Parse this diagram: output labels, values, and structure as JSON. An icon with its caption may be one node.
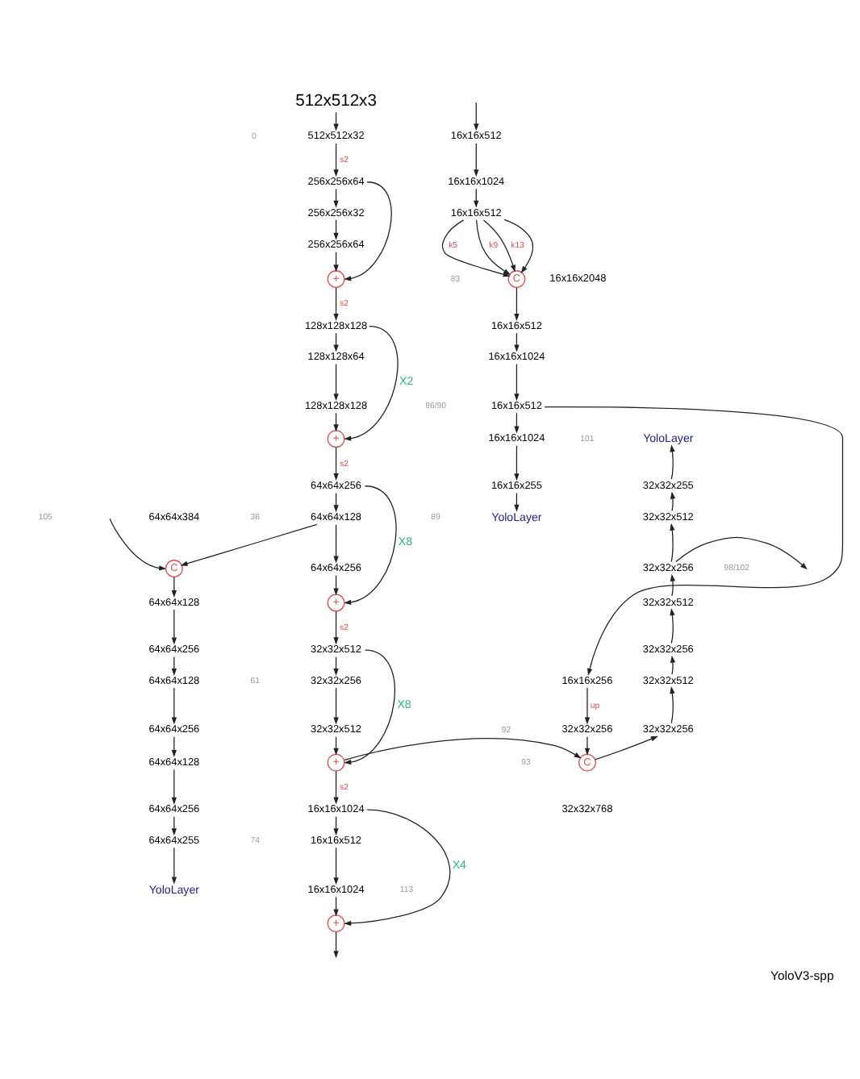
{
  "diagram": {
    "caption": "YoloV3-spp",
    "nodes": [
      {
        "text": [
          "512x512x3"
        ]
      },
      {
        "text": [
          "512x512x32"
        ]
      },
      {
        "text": [
          "256x256x64"
        ]
      },
      {
        "text": [
          "256x256x32"
        ]
      },
      {
        "text": [
          "256x256x64"
        ]
      },
      {
        "text": [
          "+"
        ]
      },
      {
        "text": [
          "128x128x128"
        ]
      },
      {
        "text": [
          "128x128x64"
        ]
      },
      {
        "text": [
          "128x128x128"
        ]
      },
      {
        "text": [
          "+"
        ]
      },
      {
        "text": [
          "64x64x256"
        ]
      },
      {
        "text": [
          "64x64x128"
        ]
      },
      {
        "text": [
          "64x64x256"
        ]
      },
      {
        "text": [
          "+"
        ]
      },
      {
        "text": [
          "32x32x512"
        ]
      },
      {
        "text": [
          "32x32x256"
        ]
      },
      {
        "text": [
          "32x32x512"
        ]
      },
      {
        "text": [
          "+"
        ]
      },
      {
        "text": [
          "16x16x1024"
        ]
      },
      {
        "text": [
          "16x16x512"
        ]
      },
      {
        "text": [
          "16x16x1024"
        ]
      },
      {
        "text": [
          "+"
        ]
      },
      {
        "text": [
          "16x16x512"
        ]
      },
      {
        "text": [
          "16x16x1024"
        ]
      },
      {
        "text": [
          "16x16x512"
        ]
      },
      {
        "text": [
          "C"
        ],
        "beside": [
          "16x16x2048"
        ]
      },
      {
        "text": [
          "16x16x512"
        ]
      },
      {
        "text": [
          "16x16x1024"
        ]
      },
      {
        "text": [
          "16x16x512"
        ]
      },
      {
        "text": [
          "16x16x1024"
        ]
      },
      {
        "text": [
          "16x16x255"
        ]
      },
      {
        "text": [
          "YoloLayer"
        ]
      },
      {
        "text": [
          "16x16x256"
        ]
      },
      {
        "text": [
          "32x32x256"
        ]
      },
      {
        "text": [
          "C"
        ],
        "beside": [
          "32x32x768"
        ]
      },
      {
        "text": [
          "32x32x256"
        ]
      },
      {
        "text": [
          "32x32x512"
        ]
      },
      {
        "text": [
          "32x32x256"
        ]
      },
      {
        "text": [
          "32x32x512"
        ]
      },
      {
        "text": [
          "32x32x256"
        ]
      },
      {
        "text": [
          "32x32x512"
        ]
      },
      {
        "text": [
          "32x32x255"
        ]
      },
      {
        "text": [
          "YoloLayer"
        ]
      },
      {
        "text": [
          "C"
        ],
        "beside": [
          "64x64x384"
        ]
      },
      {
        "text": [
          "64x64x128"
        ]
      },
      {
        "text": [
          "64x64x256"
        ]
      },
      {
        "text": [
          "64x64x128"
        ]
      },
      {
        "text": [
          "64x64x256"
        ]
      },
      {
        "text": [
          "64x64x128"
        ]
      },
      {
        "text": [
          "64x64x256"
        ]
      },
      {
        "text": [
          "64x64x255"
        ]
      },
      {
        "text": [
          "YoloLayer"
        ]
      }
    ],
    "edges": [
      {
        "from": 0,
        "to": 1,
        "arrow": "to"
      },
      {
        "from": 1,
        "to": 2,
        "arrow": "to",
        "label": "s2"
      },
      {
        "from": 2,
        "to": 3,
        "arrow": "to"
      },
      {
        "from": 3,
        "to": 4,
        "arrow": "to"
      },
      {
        "from": 4,
        "to": 5,
        "arrow": "to"
      },
      {
        "from": 2,
        "to": 5,
        "arrow": "to"
      },
      {
        "from": 5,
        "to": 6,
        "arrow": "to",
        "label": "s2"
      },
      {
        "from": 6,
        "to": 7,
        "arrow": "to"
      },
      {
        "from": 7,
        "to": 8,
        "arrow": "to"
      },
      {
        "from": 8,
        "to": 9,
        "arrow": "to"
      },
      {
        "from": 6,
        "to": 9,
        "arrow": "to",
        "label": "X2"
      },
      {
        "from": 9,
        "to": 10,
        "arrow": "to",
        "label": "s2"
      },
      {
        "from": 10,
        "to": 11,
        "arrow": "to"
      },
      {
        "from": 11,
        "to": 12,
        "arrow": "to"
      },
      {
        "from": 12,
        "to": 13,
        "arrow": "to"
      },
      {
        "from": 10,
        "to": 13,
        "arrow": "to",
        "label": "X8"
      },
      {
        "from": 13,
        "to": 14,
        "arrow": "to",
        "label": "s2"
      },
      {
        "from": 14,
        "to": 15,
        "arrow": "to"
      },
      {
        "from": 15,
        "to": 16,
        "arrow": "to"
      },
      {
        "from": 16,
        "to": 17,
        "arrow": "to"
      },
      {
        "from": 14,
        "to": 17,
        "arrow": "to",
        "label": "X8"
      },
      {
        "from": 17,
        "to": 18,
        "arrow": "to",
        "label": "s2"
      },
      {
        "from": 18,
        "to": 19,
        "arrow": "to"
      },
      {
        "from": 19,
        "to": 20,
        "arrow": "to"
      },
      {
        "from": 20,
        "to": 21,
        "arrow": "to"
      },
      {
        "from": 18,
        "to": 21,
        "arrow": "to",
        "label": "X4"
      },
      {
        "from": 21,
        "to": null,
        "arrow": "to"
      },
      {
        "from": null,
        "to": 22,
        "arrow": "to"
      },
      {
        "from": 22,
        "to": 23,
        "arrow": "to"
      },
      {
        "from": 23,
        "to": 24,
        "arrow": "to"
      },
      {
        "from": 24,
        "to": 25,
        "arrow": "to",
        "label": "k5"
      },
      {
        "from": 24,
        "to": 25,
        "arrow": "to",
        "label": "k9"
      },
      {
        "from": 24,
        "to": 25,
        "arrow": "to",
        "label": "k13"
      },
      {
        "from": 24,
        "to": 25,
        "arrow": "to"
      },
      {
        "from": 25,
        "to": 26,
        "arrow": "to"
      },
      {
        "from": 26,
        "to": 27,
        "arrow": "to"
      },
      {
        "from": 27,
        "to": 28,
        "arrow": "to"
      },
      {
        "from": 28,
        "to": 29,
        "arrow": "to"
      },
      {
        "from": 29,
        "to": 30,
        "arrow": "to"
      },
      {
        "from": 30,
        "to": 31,
        "arrow": "to"
      },
      {
        "from": 28,
        "to": 32,
        "arrow": "to"
      },
      {
        "from": 32,
        "to": 33,
        "arrow": "to",
        "label": "up"
      },
      {
        "from": 33,
        "to": 34,
        "arrow": "to"
      },
      {
        "from": 17,
        "to": 34,
        "arrow": "to"
      },
      {
        "from": 34,
        "to": 35,
        "arrow": "to"
      },
      {
        "from": 35,
        "to": 36,
        "arrow": "to"
      },
      {
        "from": 36,
        "to": 37,
        "arrow": "to"
      },
      {
        "from": 37,
        "to": 38,
        "arrow": "to"
      },
      {
        "from": 38,
        "to": 39,
        "arrow": "to"
      },
      {
        "from": 39,
        "to": 40,
        "arrow": "to"
      },
      {
        "from": 40,
        "to": 41,
        "arrow": "to"
      },
      {
        "from": 41,
        "to": 42,
        "arrow": "to"
      },
      {
        "from": 39,
        "to": null,
        "arrow": "to"
      },
      {
        "from": null,
        "to": 43,
        "arrow": "to"
      },
      {
        "from": 11,
        "to": 43,
        "arrow": "to"
      },
      {
        "from": 43,
        "to": 44,
        "arrow": "to"
      },
      {
        "from": 44,
        "to": 45,
        "arrow": "to"
      },
      {
        "from": 45,
        "to": 46,
        "arrow": "to"
      },
      {
        "from": 46,
        "to": 47,
        "arrow": "to"
      },
      {
        "from": 47,
        "to": 48,
        "arrow": "to"
      },
      {
        "from": 48,
        "to": 49,
        "arrow": "to"
      },
      {
        "from": 49,
        "to": 50,
        "arrow": "to"
      },
      {
        "from": 50,
        "to": 51,
        "arrow": "to"
      }
    ],
    "labels": [
      "0",
      "83",
      "101",
      "86/90",
      "105",
      "36",
      "98/102",
      "89",
      "61",
      "92",
      "93",
      "74",
      "113"
    ]
  }
}
